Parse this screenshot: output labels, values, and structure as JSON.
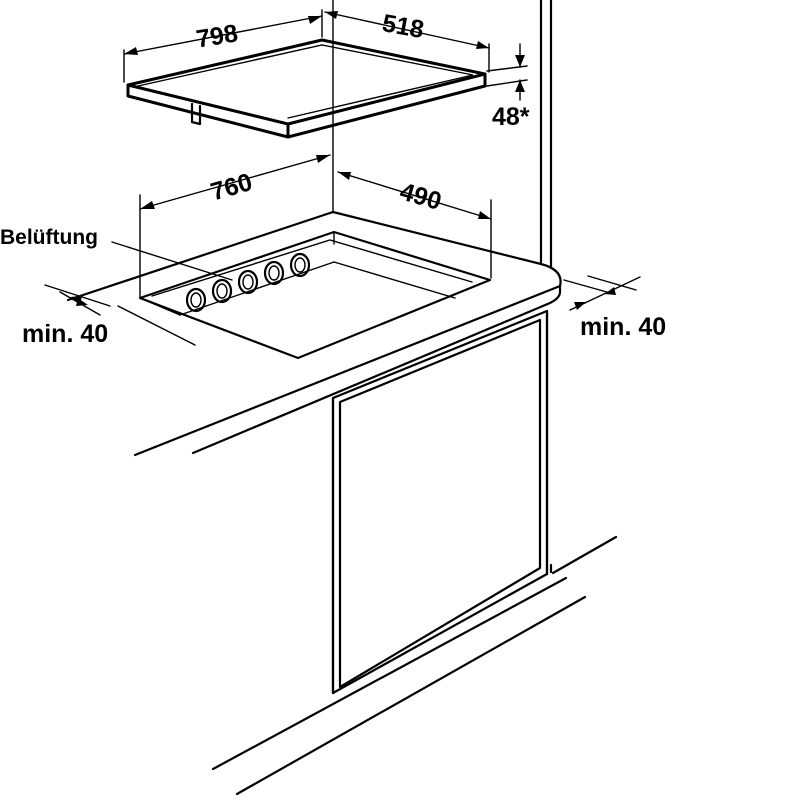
{
  "hob": {
    "width": "798",
    "depth": "518",
    "height": "48*"
  },
  "cutout": {
    "width": "760",
    "depth": "490"
  },
  "clearances": {
    "front_label": "min. 40",
    "side_label": "min. 40"
  },
  "ventilation": {
    "label": "Belüftung"
  }
}
